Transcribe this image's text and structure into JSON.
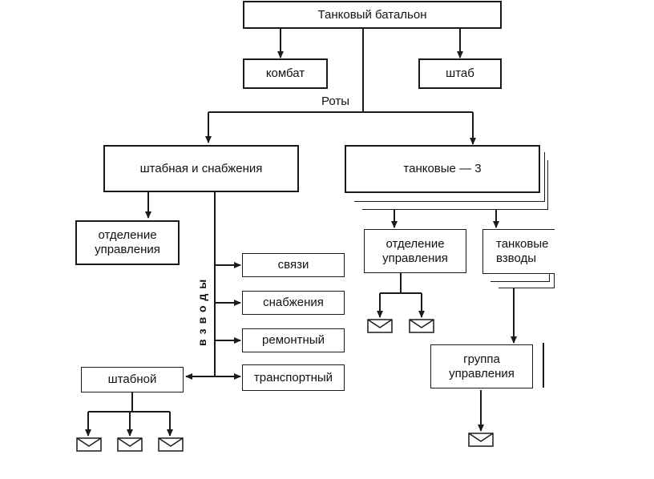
{
  "nodes": {
    "battalion": "Танковый батальон",
    "kombat": "комбат",
    "shtab": "штаб",
    "roty_label": "Роты",
    "hq_supply_company": "штабная и снабжения",
    "tank_companies": "танковые — 3",
    "hq_section_left": "отделение управления",
    "hq_section_right": "отделение управления",
    "platoons_label": "взводы",
    "signals": "связи",
    "supply": "снабжения",
    "repair": "ремонтный",
    "transport": "транспортный",
    "hq_platoon": "штабной",
    "tank_platoons": "танковые взводы",
    "control_group": "группа управления"
  },
  "colors": {
    "line": "#1a1a1a",
    "background": "#ffffff"
  },
  "icons": {
    "vehicle": "tank-envelope-icon"
  }
}
